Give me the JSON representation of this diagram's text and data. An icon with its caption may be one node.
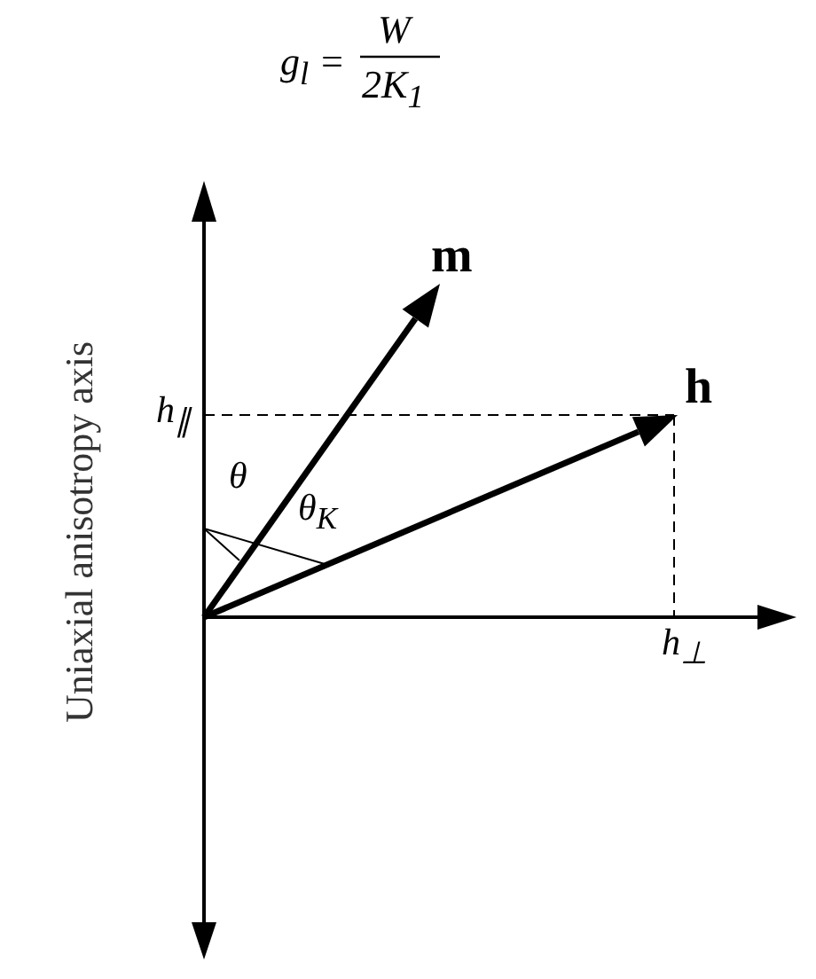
{
  "diagram": {
    "labels": [
      "g$_{l}$ =",
      "W",
      "2K$_{1}$",
      "Uniaxial anisotropy axis",
      "m",
      "h",
      "h$_{∥}$",
      "θ",
      "θ$_{K}$",
      "h$_{⊥}$"
    ]
  }
}
